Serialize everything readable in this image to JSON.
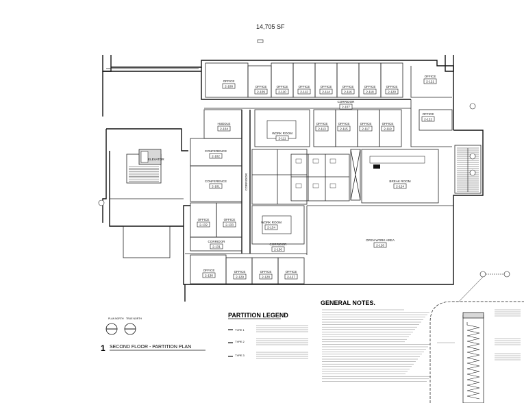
{
  "header": {
    "area": "14,705 SF"
  },
  "rooms": [
    {
      "name": "OFFICE",
      "num": "2-108"
    },
    {
      "name": "OFFICE",
      "num": "2-109"
    },
    {
      "name": "OFFICE",
      "num": "2-110"
    },
    {
      "name": "OFFICE",
      "num": "2-112"
    },
    {
      "name": "OFFICE",
      "num": "2-114"
    },
    {
      "name": "OFFICE",
      "num": "2-116"
    },
    {
      "name": "OFFICE",
      "num": "2-118"
    },
    {
      "name": "OFFICE",
      "num": "2-120"
    },
    {
      "name": "OFFICE",
      "num": "2-121"
    },
    {
      "name": "CORRIDOR",
      "num": "2-107"
    },
    {
      "name": "OFFICE",
      "num": "2-122"
    },
    {
      "name": "HUDDLE",
      "num": "2-104"
    },
    {
      "name": "WORK ROOM",
      "num": "2-111"
    },
    {
      "name": "OFFICE",
      "num": "2-113"
    },
    {
      "name": "OFFICE",
      "num": "2-115"
    },
    {
      "name": "OFFICE",
      "num": "2-117"
    },
    {
      "name": "OFFICE",
      "num": "2-119"
    },
    {
      "name": "CONFERENCE",
      "num": "2-102"
    },
    {
      "name": "CONFERENCE",
      "num": "2-101"
    },
    {
      "name": "BREAK ROOM",
      "num": "2-124"
    },
    {
      "name": "OFFICE",
      "num": "2-132"
    },
    {
      "name": "OFFICE",
      "num": "2-133"
    },
    {
      "name": "WORK ROOM",
      "num": "2-134"
    },
    {
      "name": "CORRIDOR",
      "num": "2-131"
    },
    {
      "name": "CORRIDOR",
      "num": "2-130"
    },
    {
      "name": "OPEN WORK AREA",
      "num": "2-126"
    },
    {
      "name": "OFFICE",
      "num": "2-130"
    },
    {
      "name": "OFFICE",
      "num": "2-129"
    },
    {
      "name": "OFFICE",
      "num": "2-128"
    },
    {
      "name": "OFFICE",
      "num": "2-127"
    },
    {
      "name": "ELEVATOR",
      "num": ""
    }
  ],
  "corridor_vertical": "CORRIDOR",
  "partition_legend": {
    "title": "PARTITION LEGEND",
    "types": [
      "TYPE 1",
      "TYPE 2",
      "TYPE 3"
    ]
  },
  "general_notes": {
    "title": "GENERAL NOTES."
  },
  "north": {
    "plan": "PLAN NORTH",
    "true": "TRUE NORTH"
  },
  "drawing_title": {
    "number": "1",
    "title": "SECOND FLOOR - PARTITION PLAN"
  }
}
